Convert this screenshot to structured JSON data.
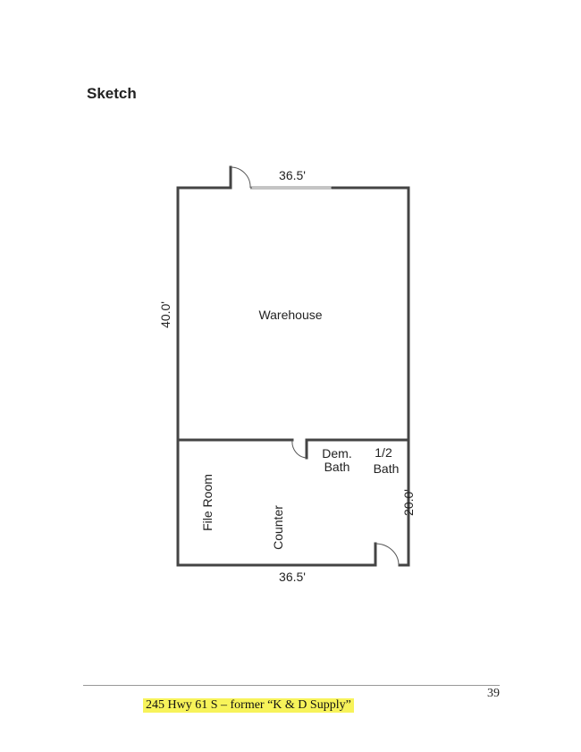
{
  "heading": "Sketch",
  "sketch": {
    "top_dimension": "36.5'",
    "left_dimension": "40.0'",
    "right_dimension": "20.0'",
    "bottom_dimension": "36.5'",
    "rooms": {
      "warehouse": "Warehouse",
      "file_room": "File Room",
      "counter": "Counter",
      "dem_bath_line1": "Dem.",
      "dem_bath_line2": "Bath",
      "half_bath_line1": "1/2",
      "half_bath_line2": "Bath"
    }
  },
  "footer": {
    "page_number": "39",
    "caption": "245 Hwy 61 S – former “K & D Supply”",
    "highlight_color": "#f7f35a"
  }
}
